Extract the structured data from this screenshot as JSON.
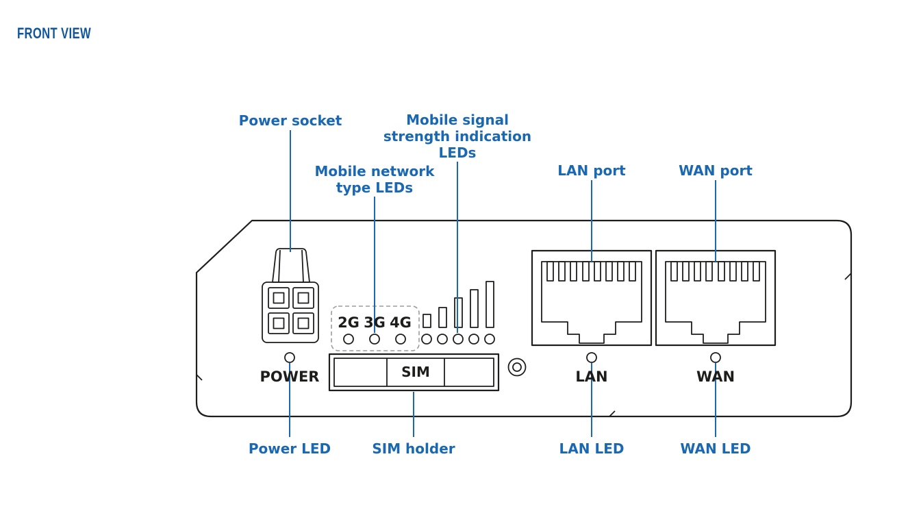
{
  "title": "FRONT VIEW",
  "colors": {
    "accent_blue": "#1a67b2",
    "title_blue": "#10579e",
    "line_black": "#1d1d1b",
    "dashed_gray": "#9b9b9b"
  },
  "callouts": {
    "power_socket": "Power socket",
    "mobile_network_line1": "Mobile network",
    "mobile_network_line2": "type LEDs",
    "mobile_signal_line1": "Mobile signal",
    "mobile_signal_line2": "strength indication",
    "mobile_signal_line3": "LEDs",
    "lan_port": "LAN port",
    "wan_port": "WAN port",
    "power_led": "Power LED",
    "sim_holder": "SIM holder",
    "lan_led": "LAN LED",
    "wan_led": "WAN LED"
  },
  "panel": {
    "network_types": [
      "2G",
      "3G",
      "4G"
    ],
    "power_label": "POWER",
    "sim_label": "SIM",
    "lan_label": "LAN",
    "wan_label": "WAN"
  }
}
